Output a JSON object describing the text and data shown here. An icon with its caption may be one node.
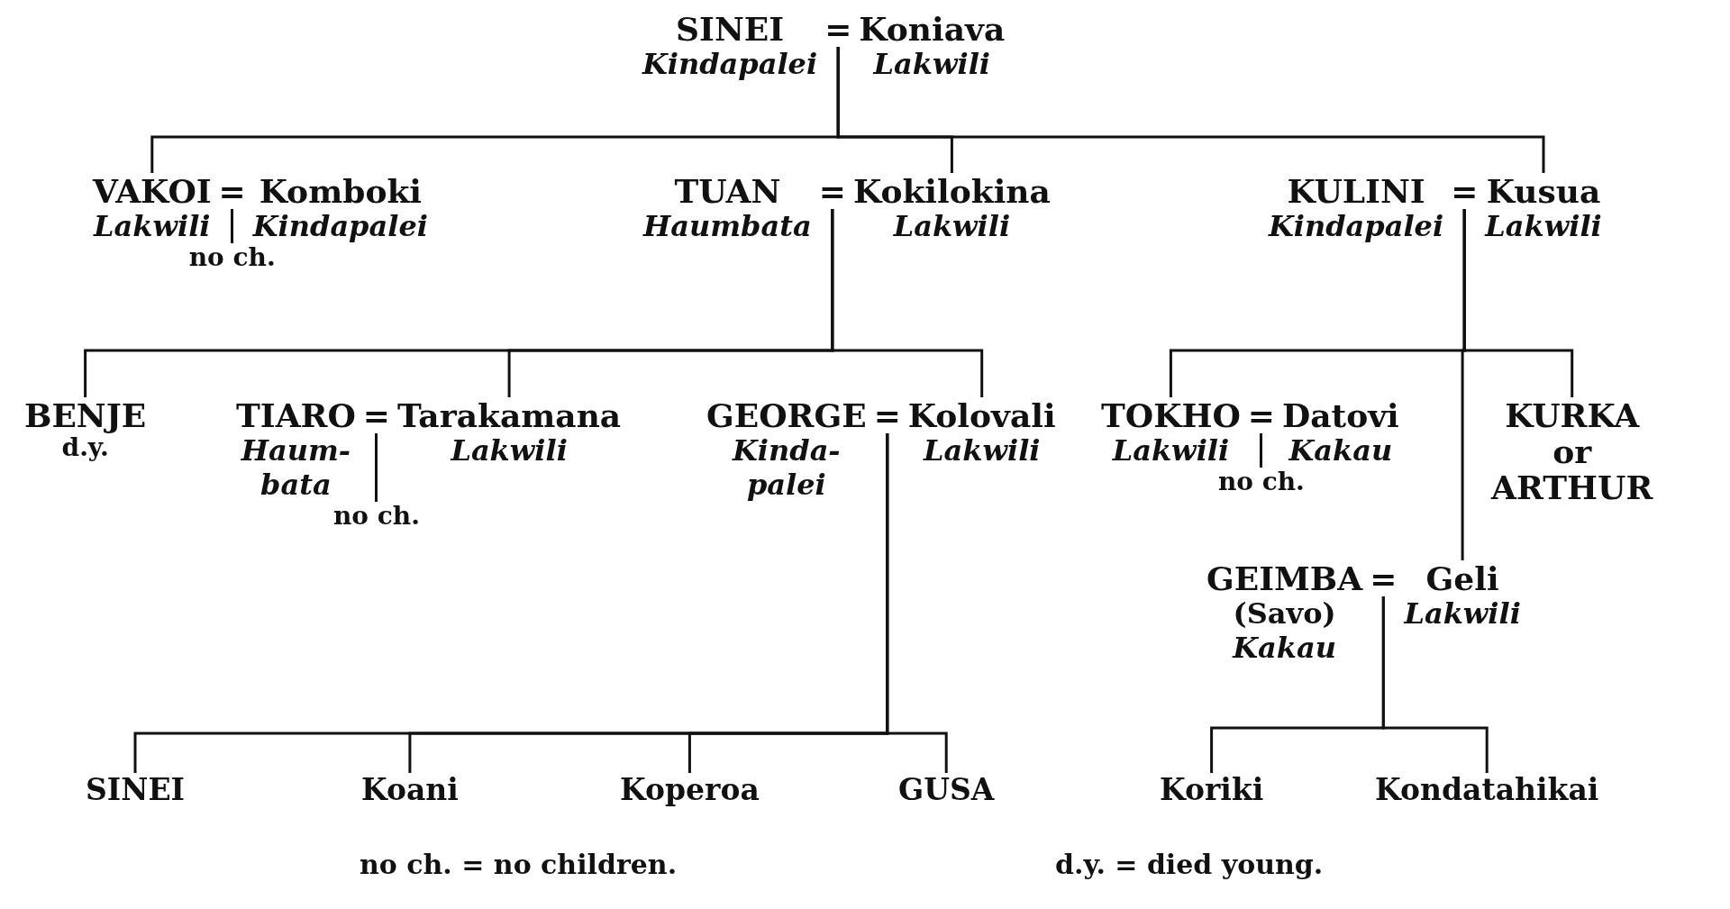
{
  "diagram": {
    "nodes": [
      {
        "text": [
          "SINEI",
          "Kindapalei"
        ]
      },
      {
        "text": [
          "="
        ]
      },
      {
        "text": [
          "Koniava",
          "Lakwili"
        ]
      },
      {
        "text": [
          "VAKOI",
          "Lakwili"
        ]
      },
      {
        "text": [
          "="
        ]
      },
      {
        "text": [
          "Komboki",
          "Kindapalei"
        ]
      },
      {
        "text": [
          "TUAN",
          "Haumbata"
        ]
      },
      {
        "text": [
          "="
        ]
      },
      {
        "text": [
          "Kokilokina",
          "Lakwili"
        ]
      },
      {
        "text": [
          "KULINI",
          "Kindapalei"
        ]
      },
      {
        "text": [
          "="
        ]
      },
      {
        "text": [
          "Kusua",
          "Lakwili"
        ]
      },
      {
        "text": [
          "BENJE"
        ],
        "beside": [
          "d.y."
        ]
      },
      {
        "text": [
          "TIARO",
          "Haum-bata"
        ]
      },
      {
        "text": [
          "="
        ]
      },
      {
        "text": [
          "Tarakamana",
          "Lakwili"
        ]
      },
      {
        "text": [
          "GEORGE",
          "Kinda-palei"
        ]
      },
      {
        "text": [
          "="
        ]
      },
      {
        "text": [
          "Kolovali",
          "Lakwili"
        ]
      },
      {
        "text": [
          "TOKHO",
          "Lakwili"
        ]
      },
      {
        "text": [
          "="
        ]
      },
      {
        "text": [
          "Datovi",
          "Kakau"
        ]
      },
      {
        "text": [
          "KURKA or ARTHUR"
        ]
      },
      {
        "text": [
          "GEIMBA",
          "(Savo)",
          "Kakau"
        ]
      },
      {
        "text": [
          "="
        ]
      },
      {
        "text": [
          "Geli",
          "Lakwili"
        ]
      },
      {
        "text": [
          "SINEI"
        ]
      },
      {
        "text": [
          "Koani"
        ]
      },
      {
        "text": [
          "Koperoa"
        ]
      },
      {
        "text": [
          "GUSA"
        ]
      },
      {
        "text": [
          "Koriki"
        ]
      },
      {
        "text": [
          "Kondatahikai"
        ]
      }
    ],
    "edges": [
      {
        "from": 1,
        "to": 3,
        "arrow": "none"
      },
      {
        "from": 1,
        "to": 8,
        "arrow": "none"
      },
      {
        "from": 1,
        "to": 11,
        "arrow": "none"
      },
      {
        "from": 7,
        "to": 12,
        "arrow": "none"
      },
      {
        "from": 7,
        "to": 15,
        "arrow": "none"
      },
      {
        "from": 7,
        "to": 18,
        "arrow": "none"
      },
      {
        "from": 10,
        "to": 19,
        "arrow": "none"
      },
      {
        "from": 10,
        "to": 25,
        "arrow": "none"
      },
      {
        "from": 10,
        "to": 22,
        "arrow": "none"
      },
      {
        "from": 17,
        "to": 26,
        "arrow": "none"
      },
      {
        "from": 17,
        "to": 27,
        "arrow": "none"
      },
      {
        "from": 17,
        "to": 28,
        "arrow": "none"
      },
      {
        "from": 17,
        "to": 29,
        "arrow": "none"
      },
      {
        "from": 24,
        "to": 30,
        "arrow": "none"
      },
      {
        "from": 24,
        "to": 31,
        "arrow": "none"
      }
    ],
    "labels": [
      "no ch.",
      "no ch.",
      "no ch.",
      "no ch. = no children.",
      "d.y. = died young."
    ]
  }
}
